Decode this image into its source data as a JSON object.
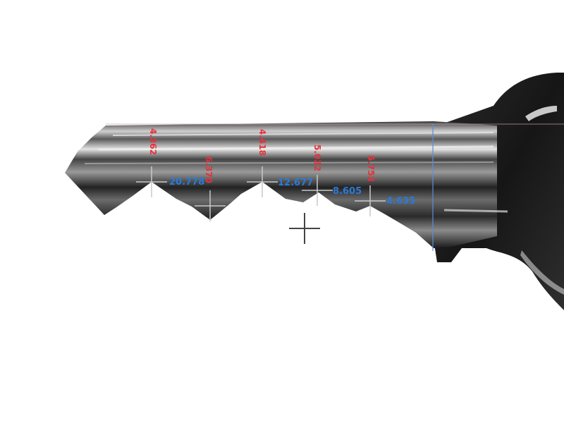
{
  "colors": {
    "background": "#ffffff",
    "depth_label": "#e8303a",
    "position_label": "#2a7bd8",
    "crosshair": "#c9c9c9",
    "main_crosshair": "#444444",
    "reference_line": "#5a8fd8",
    "key_metal_dark": "#1e1e1e",
    "key_metal_mid": "#5a5a5a",
    "key_metal_light": "#d8d8d8"
  },
  "cuts": [
    {
      "depth": "4.362",
      "position": "20.778"
    },
    {
      "depth": "6.370",
      "position": ""
    },
    {
      "depth": "4.418",
      "position": "12.677"
    },
    {
      "depth": "5.032",
      "position": "8.605"
    },
    {
      "depth": "5.753",
      "position": "4.635"
    }
  ],
  "icons": {
    "cut_marker": "crosshair-icon",
    "target": "crosshair-icon"
  }
}
